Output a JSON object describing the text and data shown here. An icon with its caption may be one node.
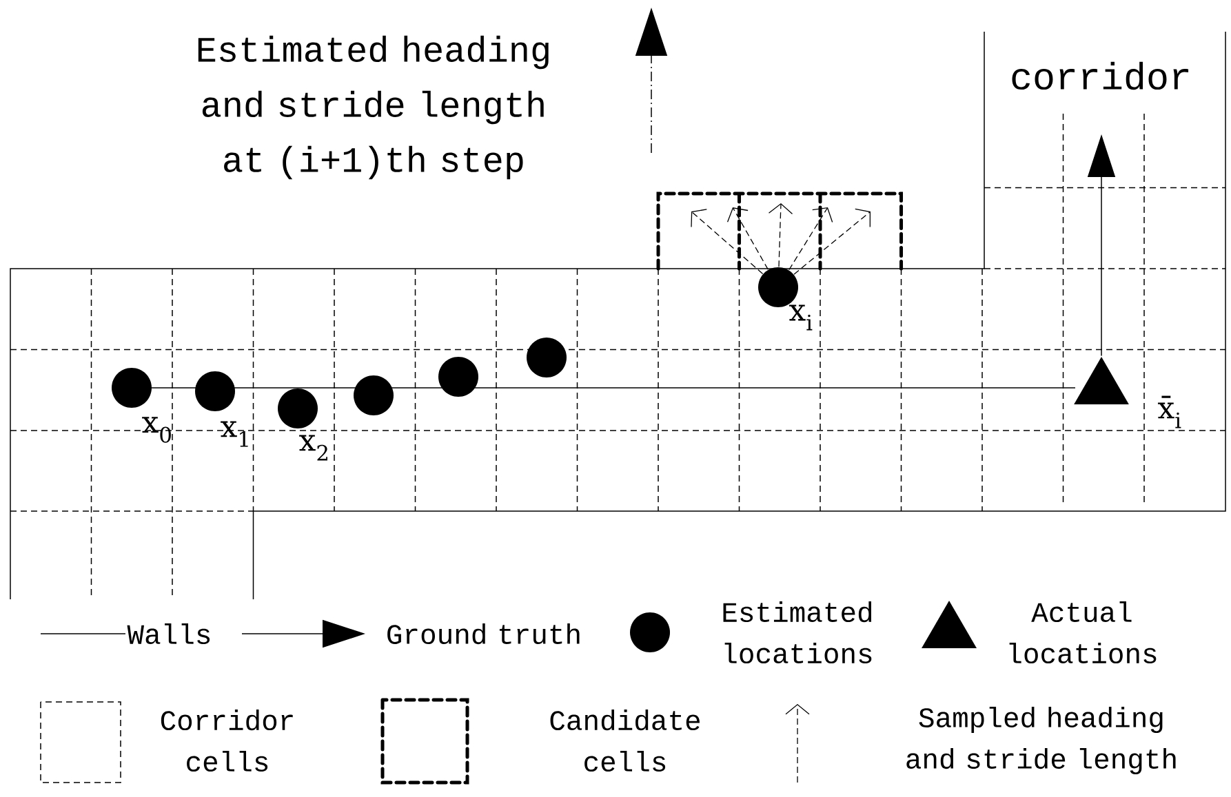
{
  "diagram": {
    "nodes": [
      {
        "text": [],
        "shape": "circle",
        "beside": [
          "x$_{0}$"
        ]
      },
      {
        "text": [],
        "shape": "circle",
        "beside": [
          "x$_{1}$"
        ]
      },
      {
        "text": [],
        "shape": "circle",
        "beside": [
          "x$_{2}$"
        ]
      },
      {
        "text": [],
        "shape": "circle"
      },
      {
        "text": [],
        "shape": "circle"
      },
      {
        "text": [],
        "shape": "circle"
      },
      {
        "text": [],
        "shape": "circle",
        "beside": [
          "x$_{i}$"
        ]
      },
      {
        "text": [],
        "shape": "triangle",
        "beside": [
          "x̄$_{i}$"
        ]
      }
    ],
    "edges": [
      {
        "from": 7,
        "to": null,
        "arrow": "to"
      },
      {
        "from": 6,
        "to": null,
        "arrow": "to",
        "style": "dashed"
      },
      {
        "from": 6,
        "to": null,
        "arrow": "to",
        "style": "dashed"
      },
      {
        "from": 6,
        "to": null,
        "arrow": "to",
        "style": "dashed"
      },
      {
        "from": 6,
        "to": null,
        "arrow": "to",
        "style": "dashed"
      },
      {
        "from": 6,
        "to": null,
        "arrow": "to",
        "style": "dashed"
      }
    ],
    "labels": [
      "Estimated heading and stride length at (i+1)th step",
      "corridor"
    ],
    "legend": [
      {
        "text": "Walls"
      },
      {
        "text": "Ground truth"
      },
      {
        "text": "Estimated locations"
      },
      {
        "text": "Actual locations"
      },
      {
        "text": "Corridor cells"
      },
      {
        "text": "Candidate cells"
      },
      {
        "text": "Sampled heading and stride length"
      }
    ]
  }
}
